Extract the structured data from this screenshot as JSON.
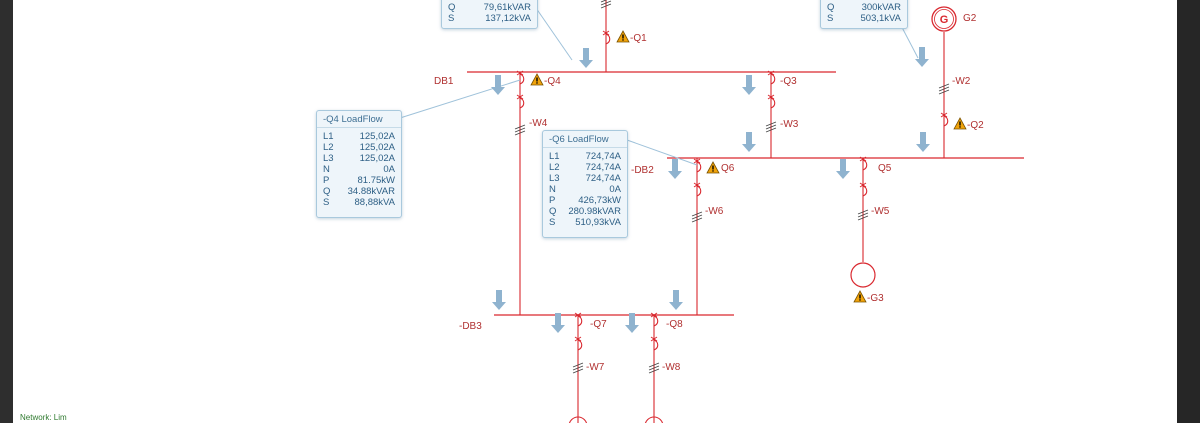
{
  "buses": {
    "db1": "DB1",
    "db2": "-DB2",
    "db3": "-DB3"
  },
  "breakers": {
    "q1": "-Q1",
    "q2": "-Q2",
    "q3": "-Q3",
    "q4": "-Q4",
    "q5": "Q5",
    "q6": "Q6",
    "q7": "-Q7",
    "q8": "-Q8"
  },
  "cables": {
    "w2": "-W2",
    "w3": "-W3",
    "w4": "-W4",
    "w5": "-W5",
    "w6": "-W6",
    "w7": "-W7",
    "w8": "-W8"
  },
  "generators": {
    "g2": "G2",
    "g2_symbol": "G",
    "g3": "-G3"
  },
  "panel_top_left": {
    "rows": [
      {
        "k": "Q",
        "v": "79,61kVAR"
      },
      {
        "k": "S",
        "v": "137,12kVA"
      }
    ]
  },
  "panel_top_right": {
    "rows": [
      {
        "k": "Q",
        "v": "300kVAR"
      },
      {
        "k": "S",
        "v": "503,1kVA"
      }
    ]
  },
  "panel_q4": {
    "title": "-Q4  LoadFlow",
    "rows": [
      {
        "k": "L1",
        "v": "125,02A"
      },
      {
        "k": "L2",
        "v": "125,02A"
      },
      {
        "k": "L3",
        "v": "125,02A"
      },
      {
        "k": "N",
        "v": "0A"
      },
      {
        "k": "P",
        "v": "81.75kW"
      },
      {
        "k": "Q",
        "v": "34.88kVAR"
      },
      {
        "k": "S",
        "v": "88,88kVA"
      }
    ]
  },
  "panel_q6": {
    "title": "-Q6  LoadFlow",
    "rows": [
      {
        "k": "L1",
        "v": "724,74A"
      },
      {
        "k": "L2",
        "v": "724,74A"
      },
      {
        "k": "L3",
        "v": "724,74A"
      },
      {
        "k": "N",
        "v": "0A"
      },
      {
        "k": "P",
        "v": "426,73kW"
      },
      {
        "k": "Q",
        "v": "280.98kVAR"
      },
      {
        "k": "S",
        "v": "510,93kVA"
      }
    ]
  },
  "status": {
    "text": "Network: Lim"
  },
  "colors": {
    "line": "#d9282f",
    "warning": "#f0a30a",
    "flow_arrow": "#8fb3cf",
    "panel_bg": "#eef5fa",
    "panel_text": "#2d5f85"
  }
}
